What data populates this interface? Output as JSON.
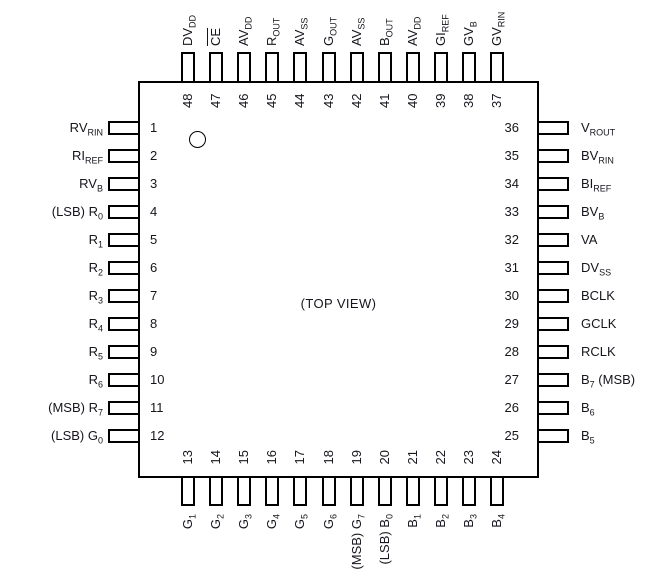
{
  "diagram": {
    "title": "(TOP VIEW)",
    "package": "48-pin quad flat package pinout",
    "colors": {
      "line": "#000000",
      "text": "#15151d",
      "background": "#ffffff"
    },
    "pins": {
      "top": [
        {
          "num": "48",
          "label": [
            {
              "t": "DV"
            },
            {
              "t": "DD",
              "s": 1
            }
          ]
        },
        {
          "num": "47",
          "label": [
            {
              "t": "CE",
              "o": 1
            }
          ]
        },
        {
          "num": "46",
          "label": [
            {
              "t": "AV"
            },
            {
              "t": "DD",
              "s": 1
            }
          ]
        },
        {
          "num": "45",
          "label": [
            {
              "t": "R"
            },
            {
              "t": "OUT",
              "s": 1
            }
          ]
        },
        {
          "num": "44",
          "label": [
            {
              "t": "AV"
            },
            {
              "t": "SS",
              "s": 1
            }
          ]
        },
        {
          "num": "43",
          "label": [
            {
              "t": "G"
            },
            {
              "t": "OUT",
              "s": 1
            }
          ]
        },
        {
          "num": "42",
          "label": [
            {
              "t": "AV"
            },
            {
              "t": "SS",
              "s": 1
            }
          ]
        },
        {
          "num": "41",
          "label": [
            {
              "t": "B"
            },
            {
              "t": "OUT",
              "s": 1
            }
          ]
        },
        {
          "num": "40",
          "label": [
            {
              "t": "AV"
            },
            {
              "t": "DD",
              "s": 1
            }
          ]
        },
        {
          "num": "39",
          "label": [
            {
              "t": "GI"
            },
            {
              "t": "REF",
              "s": 1
            }
          ]
        },
        {
          "num": "38",
          "label": [
            {
              "t": "GV"
            },
            {
              "t": "B",
              "s": 1
            }
          ]
        },
        {
          "num": "37",
          "label": [
            {
              "t": "GV"
            },
            {
              "t": "RIN",
              "s": 1
            }
          ]
        }
      ],
      "left": [
        {
          "num": "1",
          "label": [
            {
              "t": "RV"
            },
            {
              "t": "RIN",
              "s": 1
            }
          ]
        },
        {
          "num": "2",
          "label": [
            {
              "t": "RI"
            },
            {
              "t": "REF",
              "s": 1
            }
          ]
        },
        {
          "num": "3",
          "label": [
            {
              "t": "RV"
            },
            {
              "t": "B",
              "s": 1
            }
          ]
        },
        {
          "num": "4",
          "label": [
            {
              "t": "(LSB) R"
            },
            {
              "t": "0",
              "s": 1
            }
          ]
        },
        {
          "num": "5",
          "label": [
            {
              "t": "R"
            },
            {
              "t": "1",
              "s": 1
            }
          ]
        },
        {
          "num": "6",
          "label": [
            {
              "t": "R"
            },
            {
              "t": "2",
              "s": 1
            }
          ]
        },
        {
          "num": "7",
          "label": [
            {
              "t": "R"
            },
            {
              "t": "3",
              "s": 1
            }
          ]
        },
        {
          "num": "8",
          "label": [
            {
              "t": "R"
            },
            {
              "t": "4",
              "s": 1
            }
          ]
        },
        {
          "num": "9",
          "label": [
            {
              "t": "R"
            },
            {
              "t": "5",
              "s": 1
            }
          ]
        },
        {
          "num": "10",
          "label": [
            {
              "t": "R"
            },
            {
              "t": "6",
              "s": 1
            }
          ]
        },
        {
          "num": "11",
          "label": [
            {
              "t": "(MSB) R"
            },
            {
              "t": "7",
              "s": 1
            }
          ]
        },
        {
          "num": "12",
          "label": [
            {
              "t": "(LSB) G"
            },
            {
              "t": "0",
              "s": 1
            }
          ]
        }
      ],
      "right": [
        {
          "num": "36",
          "label": [
            {
              "t": "V"
            },
            {
              "t": "ROUT",
              "s": 1
            }
          ]
        },
        {
          "num": "35",
          "label": [
            {
              "t": "BV"
            },
            {
              "t": "RIN",
              "s": 1
            }
          ]
        },
        {
          "num": "34",
          "label": [
            {
              "t": "BI"
            },
            {
              "t": "REF",
              "s": 1
            }
          ]
        },
        {
          "num": "33",
          "label": [
            {
              "t": "BV"
            },
            {
              "t": "B",
              "s": 1
            }
          ]
        },
        {
          "num": "32",
          "label": [
            {
              "t": "VA"
            }
          ]
        },
        {
          "num": "31",
          "label": [
            {
              "t": "DV"
            },
            {
              "t": "SS",
              "s": 1
            }
          ]
        },
        {
          "num": "30",
          "label": [
            {
              "t": "BCLK"
            }
          ]
        },
        {
          "num": "29",
          "label": [
            {
              "t": "GCLK"
            }
          ]
        },
        {
          "num": "28",
          "label": [
            {
              "t": "RCLK"
            }
          ]
        },
        {
          "num": "27",
          "label": [
            {
              "t": "B"
            },
            {
              "t": "7",
              "s": 1
            },
            {
              "t": " (MSB)"
            }
          ]
        },
        {
          "num": "26",
          "label": [
            {
              "t": "B"
            },
            {
              "t": "6",
              "s": 1
            }
          ]
        },
        {
          "num": "25",
          "label": [
            {
              "t": "B"
            },
            {
              "t": "5",
              "s": 1
            }
          ]
        }
      ],
      "bottom": [
        {
          "num": "13",
          "label": [
            {
              "t": "G"
            },
            {
              "t": "1",
              "s": 1
            }
          ]
        },
        {
          "num": "14",
          "label": [
            {
              "t": "G"
            },
            {
              "t": "2",
              "s": 1
            }
          ]
        },
        {
          "num": "15",
          "label": [
            {
              "t": "G"
            },
            {
              "t": "3",
              "s": 1
            }
          ]
        },
        {
          "num": "16",
          "label": [
            {
              "t": "G"
            },
            {
              "t": "4",
              "s": 1
            }
          ]
        },
        {
          "num": "17",
          "label": [
            {
              "t": "G"
            },
            {
              "t": "5",
              "s": 1
            }
          ]
        },
        {
          "num": "18",
          "label": [
            {
              "t": "G"
            },
            {
              "t": "6",
              "s": 1
            }
          ]
        },
        {
          "num": "19",
          "label": [
            {
              "t": "(MSB) G"
            },
            {
              "t": "7",
              "s": 1
            }
          ]
        },
        {
          "num": "20",
          "label": [
            {
              "t": "(LSB) B"
            },
            {
              "t": "0",
              "s": 1
            }
          ]
        },
        {
          "num": "21",
          "label": [
            {
              "t": "B"
            },
            {
              "t": "1",
              "s": 1
            }
          ]
        },
        {
          "num": "22",
          "label": [
            {
              "t": "B"
            },
            {
              "t": "2",
              "s": 1
            }
          ]
        },
        {
          "num": "23",
          "label": [
            {
              "t": "B"
            },
            {
              "t": "3",
              "s": 1
            }
          ]
        },
        {
          "num": "24",
          "label": [
            {
              "t": "B"
            },
            {
              "t": "4",
              "s": 1
            }
          ]
        }
      ]
    }
  }
}
